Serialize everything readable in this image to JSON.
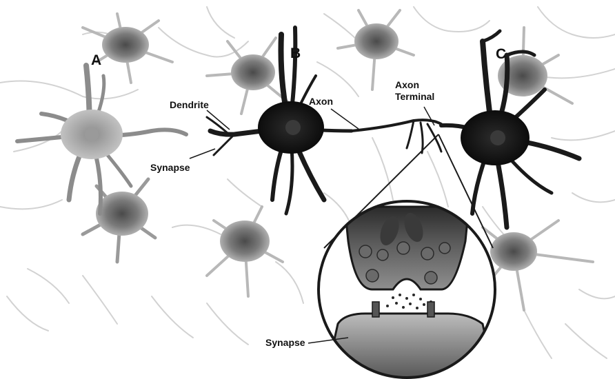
{
  "labels": {
    "neuron_a": "A",
    "neuron_b": "B",
    "neuron_c": "C",
    "dendrite": "Dendrite",
    "axon": "Axon",
    "axon_terminal_line1": "Axon",
    "axon_terminal_line2": "Terminal",
    "synapse_left": "Synapse",
    "synapse_inset": "Synapse"
  },
  "colors": {
    "background": "#ffffff",
    "neuron_dark": "#1a1a1a",
    "neuron_mid": "#6e6e6e",
    "neuron_light": "#b9b9b9",
    "branch_faint": "#d2d2d2"
  }
}
